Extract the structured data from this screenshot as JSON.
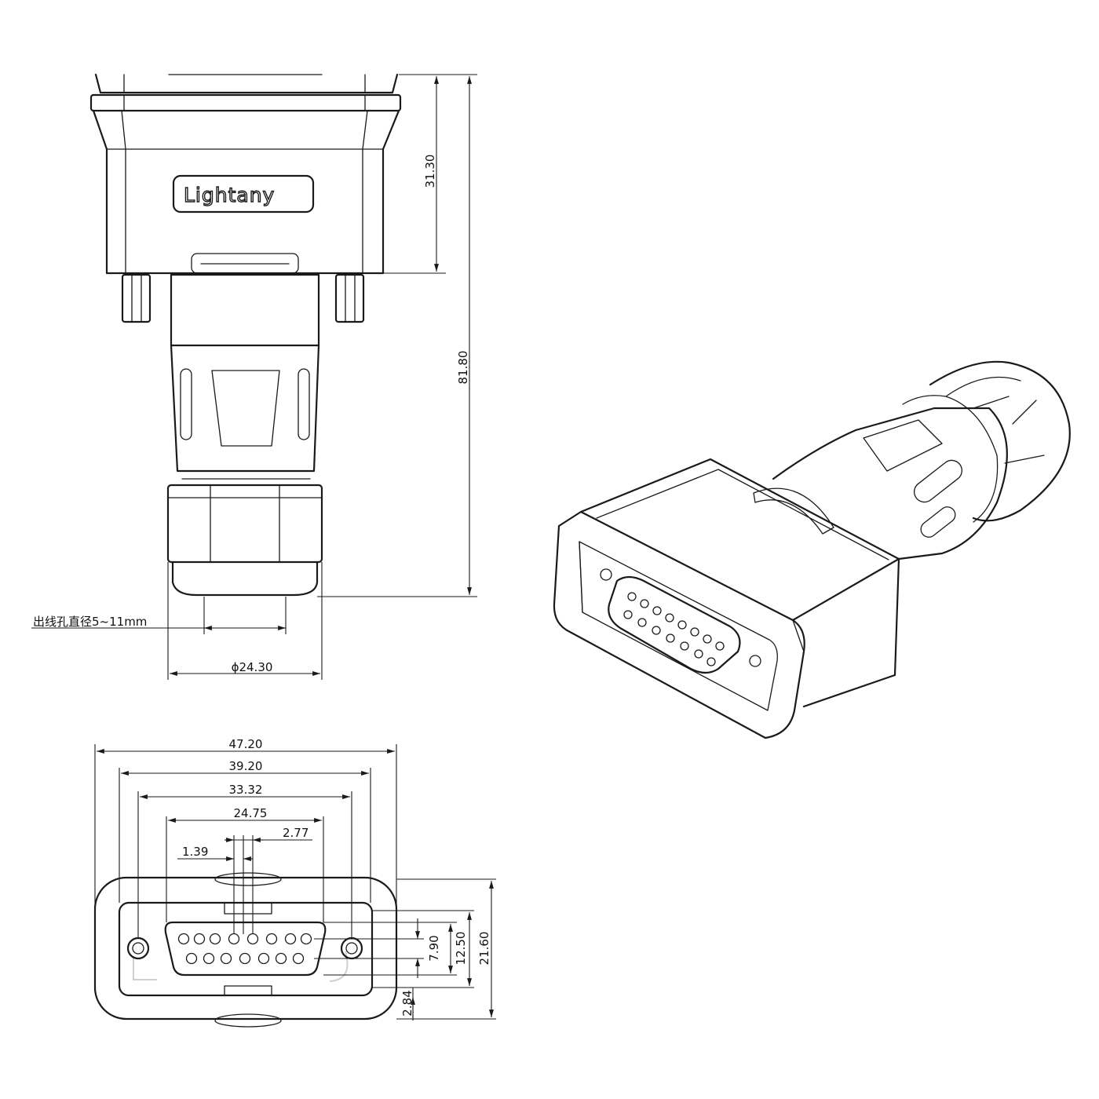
{
  "brand": "Lightany",
  "dimensions": {
    "height_body": "31.30",
    "height_total": "81.80",
    "cable_hole_note": "出线孔直径5~11mm",
    "diameter_nut": "ϕ24.30",
    "width_total": "47.20",
    "width_flange": "39.20",
    "screw_pitch": "33.32",
    "shell_width": "24.75",
    "pin_pitch_half": "1.39",
    "pin_pitch": "2.77",
    "row_spacing": "7.90",
    "shell_height": "12.50",
    "height_front": "21.60",
    "bottom_offset": "2.84"
  },
  "colors": {
    "line": "#1a1a1a",
    "background": "#ffffff"
  }
}
